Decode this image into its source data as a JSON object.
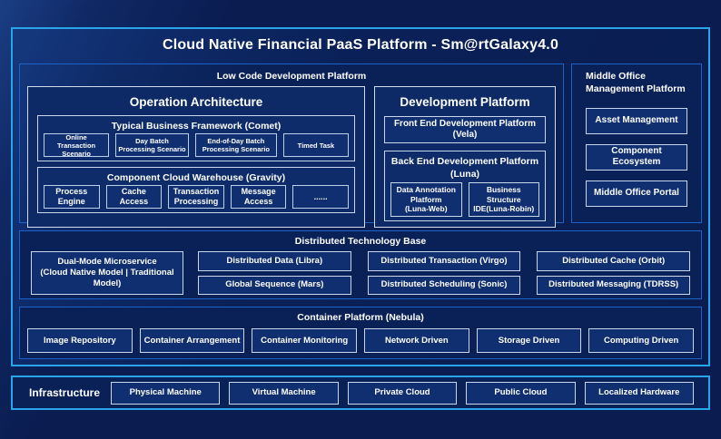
{
  "title": "Cloud Native Financial PaaS Platform - Sm@rtGalaxy4.0",
  "colors": {
    "page_background": "#0a1c50",
    "outer_border": "#2aa4e8",
    "section_border": "#1b63c8",
    "item_border": "#c9d6ec",
    "text": "#ffffff"
  },
  "low_code": {
    "header": "Low Code Development Platform",
    "operation_architecture": {
      "header": "Operation Architecture",
      "comet": {
        "header": "Typical Business Framework (Comet)",
        "items": [
          "Online Transaction Scenario",
          "Day Batch Processing Scenario",
          "End-of-Day Batch Processing Scenario",
          "Timed Task"
        ]
      },
      "gravity": {
        "header": "Component Cloud Warehouse (Gravity)",
        "items": [
          "Process Engine",
          "Cache Access",
          "Transaction Processing",
          "Message Access",
          "......"
        ]
      }
    },
    "development_platform": {
      "header": "Development Platform",
      "front_end": "Front End Development Platform (Vela)",
      "back_end": {
        "header": "Back End Development Platform (Luna)",
        "items": [
          "Data Annotation Platform\n(Luna-Web)",
          "Business Structure\nIDE(Luna-Robin)"
        ]
      }
    }
  },
  "middle_office": {
    "header": "Middle Office Management Platform",
    "items": [
      "Asset Management",
      "Component Ecosystem",
      "Middle Office Portal"
    ]
  },
  "distributed": {
    "header": "Distributed Technology Base",
    "dual_mode": "Dual-Mode Microservice\n(Cloud Native Model | Traditional Model)",
    "items_row1": [
      "Distributed Data (Libra)",
      "Distributed Transaction (Virgo)",
      "Distributed Cache (Orbit)"
    ],
    "items_row2": [
      "Global Sequence (Mars)",
      "Distributed Scheduling (Sonic)",
      "Distributed Messaging (TDRSS)"
    ]
  },
  "container_platform": {
    "header": "Container Platform (Nebula)",
    "items": [
      "Image Repository",
      "Container Arrangement",
      "Container Monitoring",
      "Network Driven",
      "Storage Driven",
      "Computing Driven"
    ]
  },
  "infrastructure": {
    "label": "Infrastructure",
    "items": [
      "Physical Machine",
      "Virtual Machine",
      "Private Cloud",
      "Public Cloud",
      "Localized Hardware"
    ]
  }
}
